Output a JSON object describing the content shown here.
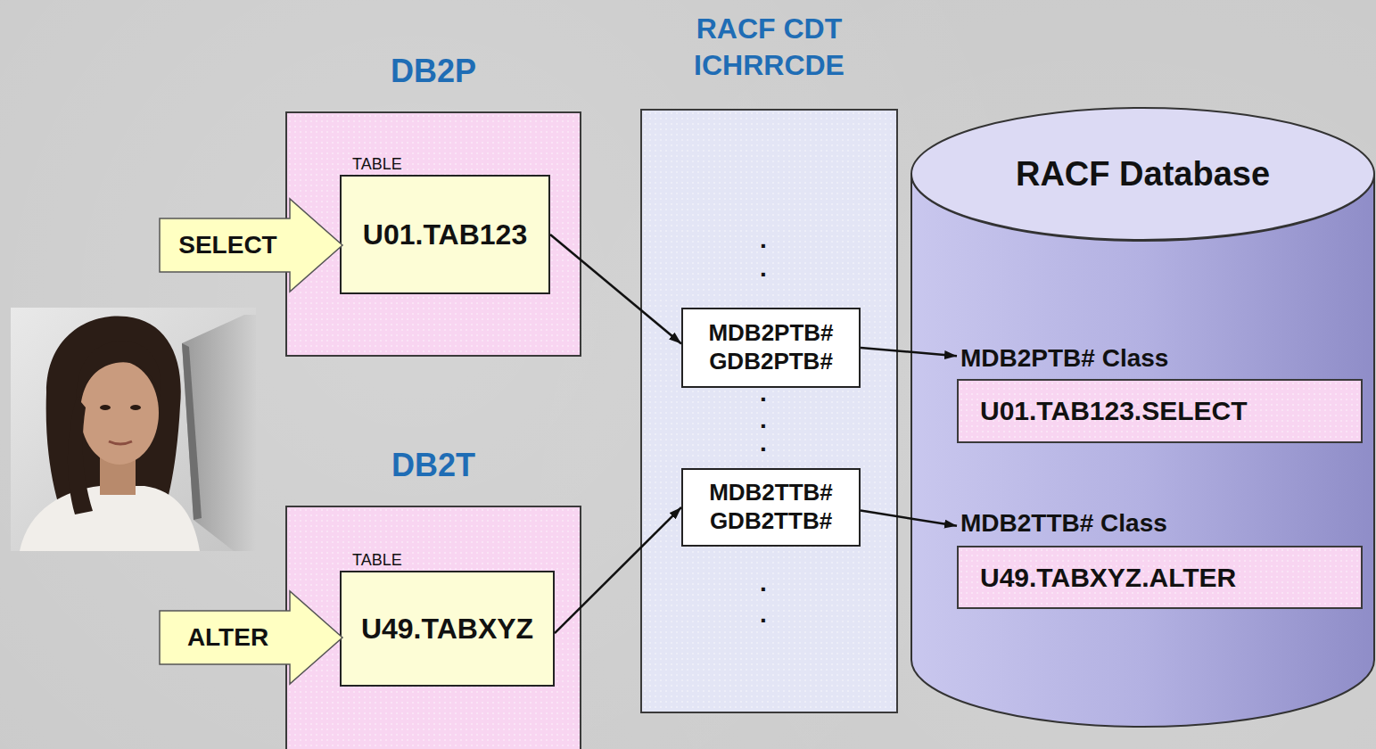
{
  "diagram": {
    "nodes": [
      {
        "text": [
          "DB2P"
        ]
      },
      {
        "text": [
          "TABLE",
          "U01.TAB123"
        ],
        "in": 0
      },
      {
        "text": [
          "SELECT"
        ]
      },
      {
        "text": [
          "RACF CDT ICHRRCDE"
        ]
      },
      {
        "text": [
          "MDB2PTB# GDB2PTB#"
        ],
        "in": 3
      },
      {
        "text": [
          "MDB2TTB# GDB2TTB#"
        ],
        "in": 3
      },
      {
        "text": [
          "RACF Database"
        ]
      },
      {
        "text": [
          "MDB2PTB# Class",
          "U01.TAB123.SELECT"
        ],
        "in": 6
      },
      {
        "text": [
          "MDB2TTB# Class",
          "U49.TABXYZ.ALTER"
        ],
        "in": 6
      },
      {
        "text": [
          "DB2T"
        ]
      },
      {
        "text": [
          "TABLE",
          "U49.TABXYZ"
        ],
        "in": 9
      },
      {
        "text": [
          "ALTER"
        ]
      }
    ],
    "edges": [
      {
        "from": 1,
        "to": 4,
        "arrow": "to"
      },
      {
        "from": 4,
        "to": 7,
        "arrow": "to"
      },
      {
        "from": 10,
        "to": 5,
        "arrow": "to"
      },
      {
        "from": 5,
        "to": 8,
        "arrow": "to"
      }
    ],
    "labels": [
      ".",
      ".",
      ".",
      ".",
      ".",
      ".",
      "."
    ]
  }
}
